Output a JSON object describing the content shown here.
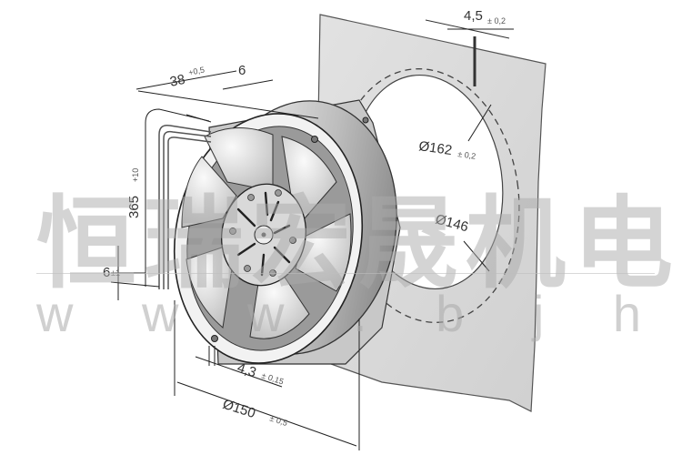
{
  "drawing": {
    "dimensions": {
      "depth": {
        "value": "38",
        "tol": "+0,5"
      },
      "flange": {
        "value": "6"
      },
      "lead_length": {
        "value": "365",
        "tol": "+10"
      },
      "lead_strip": {
        "value": "6",
        "tol": "±1"
      },
      "hole_dia": {
        "value": "4,3",
        "tol": "± 0,15"
      },
      "fan_dia": {
        "value": "Ø150",
        "tol": "± 0,5"
      },
      "panel_thickness": {
        "value": "4,5",
        "tol": "± 0,2"
      },
      "bolt_circle": {
        "value": "Ø162",
        "tol": "± 0,2"
      },
      "cutout_dia": {
        "value": "Ø146"
      }
    }
  },
  "watermark": {
    "name": "恒瑞宏晟机电",
    "url": "w w w . b j h e n g r u . c n"
  }
}
